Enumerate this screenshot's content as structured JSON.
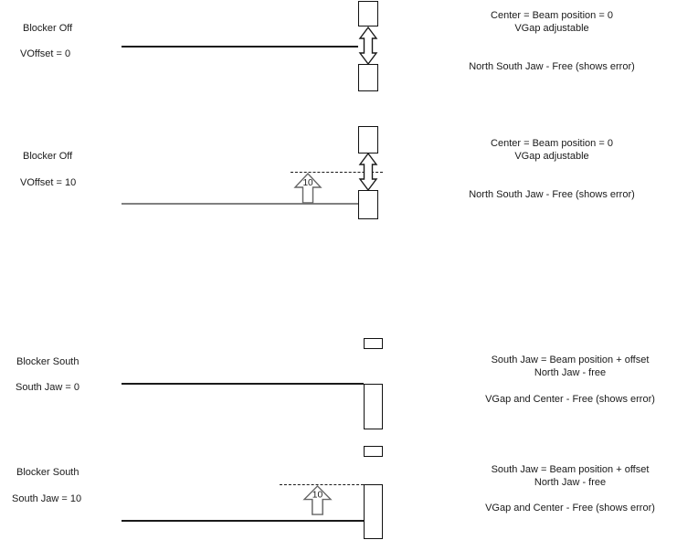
{
  "diagram": {
    "title": "Blocker / jaw offset behaviour diagram",
    "colors": {
      "ink": "#1a1a1a",
      "beam_gray": "#808080",
      "arrow_gray": "#666666"
    },
    "rows": [
      {
        "name": "blocker-off-voffset-0",
        "label_top": "Blocker Off",
        "label_bottom": "VOffset = 0",
        "note_line1": "Center = Beam position = 0",
        "note_line2": "VGap adjustable",
        "note_line3": "North South Jaw - Free (shows error)"
      },
      {
        "name": "blocker-off-voffset-10",
        "label_top": "Blocker Off",
        "label_bottom": "VOffset = 10",
        "offset_label": "10",
        "note_line1": "Center = Beam position = 0",
        "note_line2": "VGap adjustable",
        "note_line3": "North South Jaw - Free (shows error)"
      },
      {
        "name": "blocker-south-southjaw-0",
        "label_top": "Blocker South",
        "label_bottom": "South Jaw = 0",
        "note_line1": "South Jaw = Beam position + offset",
        "note_line2": "North Jaw - free",
        "note_line3": "VGap and Center - Free (shows error)"
      },
      {
        "name": "blocker-south-southjaw-10",
        "label_top": "Blocker South",
        "label_bottom": "South Jaw = 10",
        "offset_label": "10",
        "note_line1": "South Jaw = Beam position + offset",
        "note_line2": "North Jaw - free",
        "note_line3": "VGap and Center - Free (shows error)"
      }
    ]
  }
}
